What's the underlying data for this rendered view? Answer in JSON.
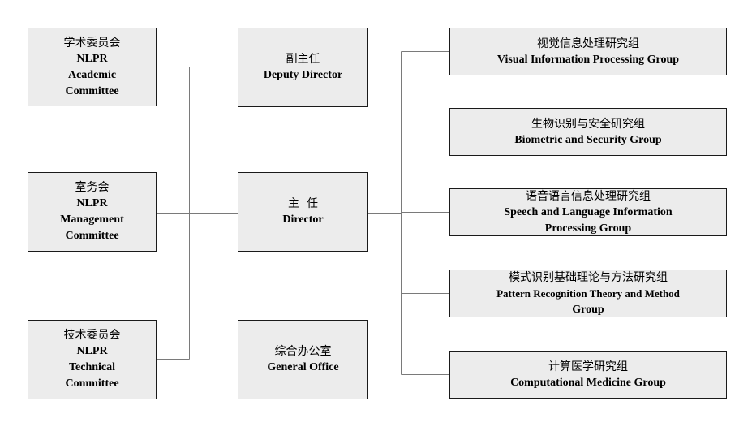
{
  "committees": [
    {
      "cn": "学术委员会",
      "en_lines": [
        "NLPR",
        "Academic",
        "Committee"
      ]
    },
    {
      "cn": "室务会",
      "en_lines": [
        "NLPR",
        "Management",
        "Committee"
      ]
    },
    {
      "cn": "技术委员会",
      "en_lines": [
        "NLPR",
        "Technical",
        "Committee"
      ]
    }
  ],
  "deputy": {
    "cn": "副主任",
    "en": "Deputy Director"
  },
  "director": {
    "cn": "主  任",
    "en": "Director"
  },
  "office": {
    "cn": "综合办公室",
    "en": "General Office"
  },
  "groups": [
    {
      "cn": "视觉信息处理研究组",
      "en_lines": [
        "Visual Information Processing Group"
      ]
    },
    {
      "cn": "生物识别与安全研究组",
      "en_lines": [
        "Biometric and Security Group"
      ]
    },
    {
      "cn": "语音语言信息处理研究组",
      "en_lines": [
        "Speech and Language Information",
        "Processing Group"
      ]
    },
    {
      "cn": "模式识别基础理论与方法研究组",
      "en_lines": [
        "Pattern Recognition Theory and Method",
        "Group"
      ]
    },
    {
      "cn": "计算医学研究组",
      "en_lines": [
        "Computational Medicine Group"
      ]
    }
  ]
}
